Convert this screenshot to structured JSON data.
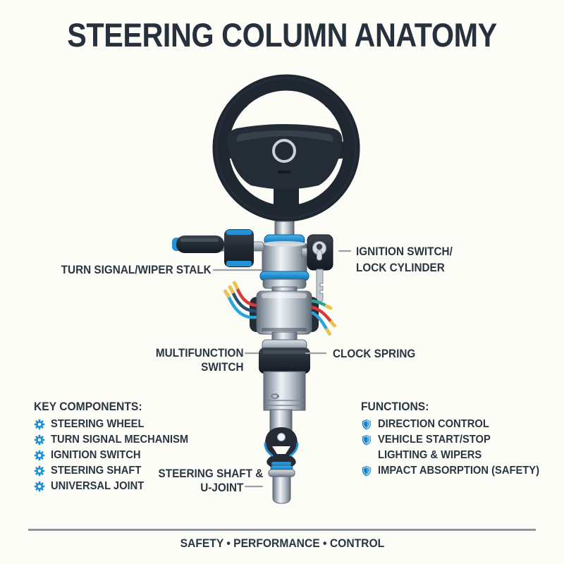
{
  "title": "STEERING COLUMN ANATOMY",
  "labels": {
    "turn_signal": "TURN SIGNAL/WIPER STALK",
    "ignition_line1": "IGNITION SWITCH/",
    "ignition_line2": "LOCK CYLINDER",
    "multifunction_line1": "MULTIFUNCTION",
    "multifunction_line2": "SWITCH",
    "clock_spring": "CLOCK SPRING",
    "shaft_line1": "STEERING SHAFT &",
    "shaft_line2": "U-JOINT"
  },
  "key_components": {
    "heading": "KEY COMPONENTS:",
    "items": [
      "STEERING WHEEL",
      "TURN SIGNAL MECHANISM",
      "IGNITION SWITCH",
      "STEERING SHAFT",
      "UNIVERSAL JOINT"
    ]
  },
  "functions": {
    "heading": "FUNCTIONS:",
    "items": [
      "DIRECTION CONTROL",
      "VEHICLE START/STOP",
      "LIGHTING & WIPERS",
      "IMPACT ABSORPTION (SAFETY)"
    ]
  },
  "footer": "SAFETY • PERFORMANCE • CONTROL",
  "icons": {
    "key_components_bullet": "gear-icon",
    "functions_bullet": "shield-icon"
  },
  "colors": {
    "background": "#fdfdf8",
    "ink": "#2b3542",
    "accent_blue": "#2191d0",
    "dark_part": "#242b34",
    "metal_light": "#eef2f6",
    "metal_dark": "#5f6a76",
    "leader_line": "#99a0a8",
    "divider": "#8e969d",
    "wire_red": "#d63a3a",
    "wire_navy": "#2b4f73",
    "wire_cyan": "#2ba4de",
    "wire_teal": "#2aa394",
    "wire_tip_yellow": "#e9c34d"
  }
}
